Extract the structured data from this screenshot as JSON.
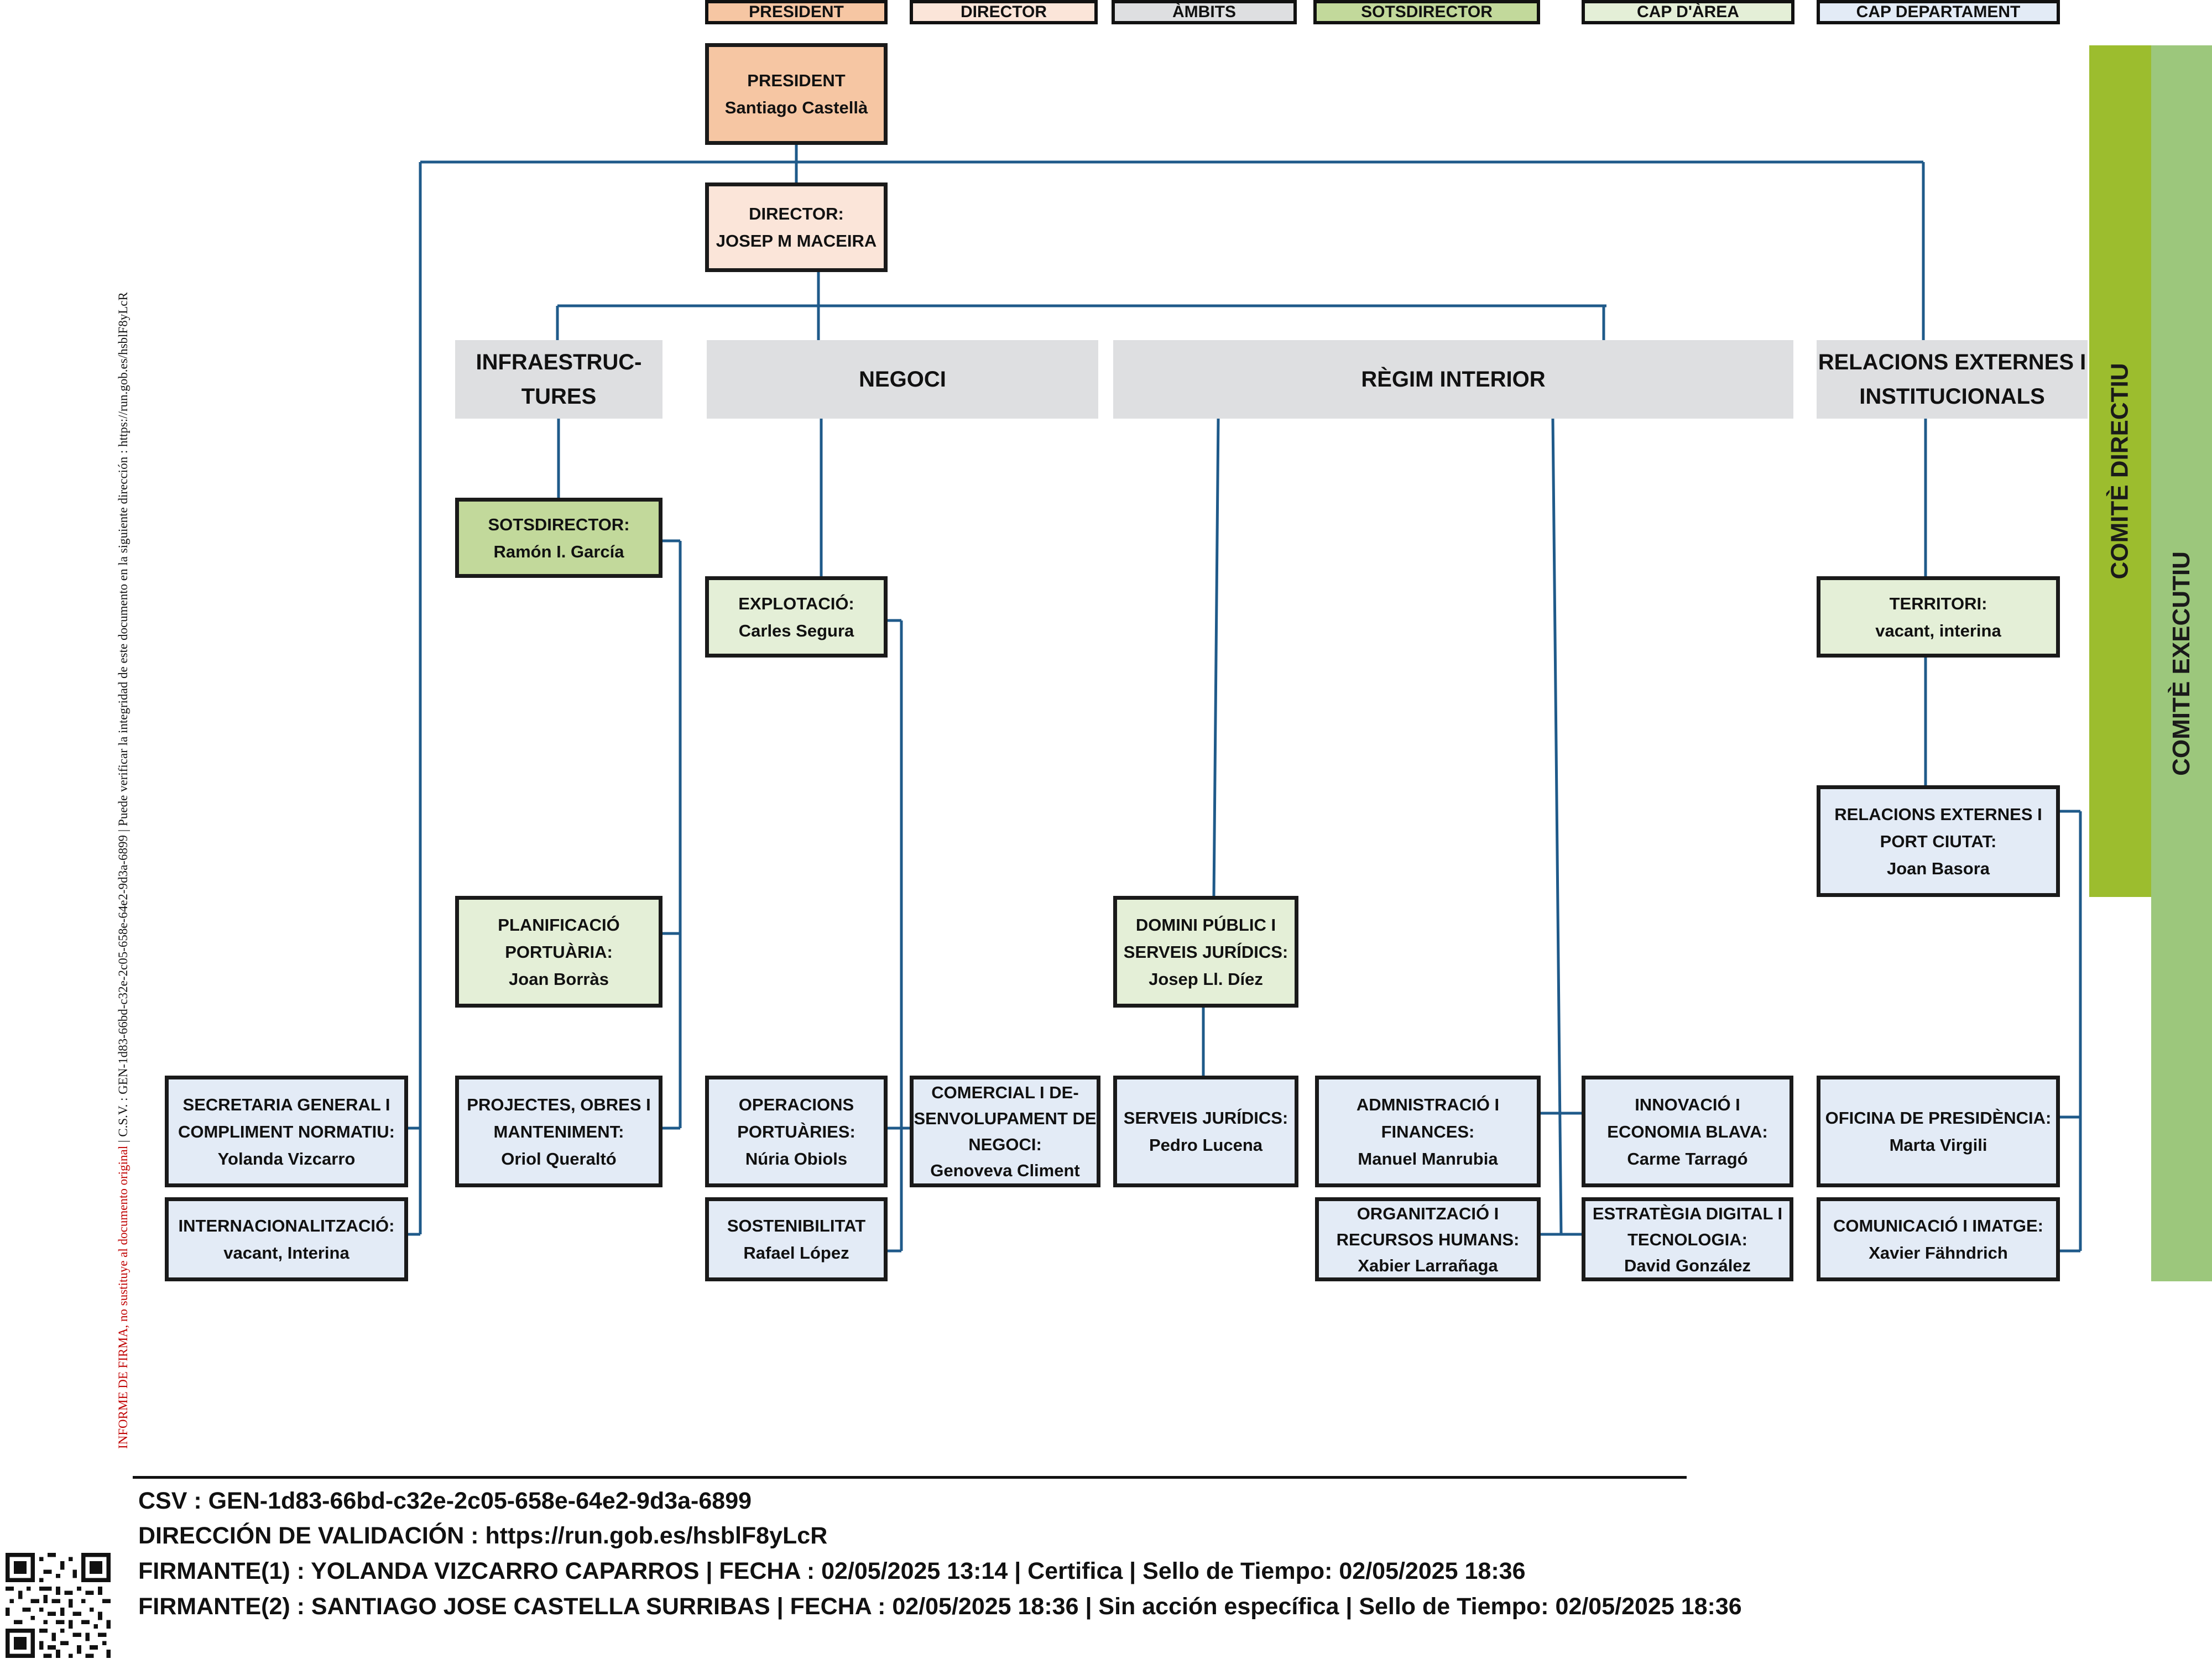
{
  "legend": [
    "PRESIDENT",
    "DIRECTOR",
    "ÀMBITS",
    "SOTSDIRECTOR",
    "CAP D'ÀREA",
    "CAP DEPARTAMENT"
  ],
  "colors": {
    "president": "#f6c6a3",
    "director": "#fbe5d9",
    "ambits": "#dedfe1",
    "sotsdirector": "#c2d99b",
    "cap_area": "#e4efd7",
    "cap_departament": "#e3ebf6",
    "comite_directiu": "#9cbd2e",
    "comite_executiu": "#9cc77c",
    "connector": "#1f5a8a"
  },
  "president": {
    "title": "PRESIDENT",
    "name": "Santiago Castellà"
  },
  "director": {
    "title": "DIRECTOR:",
    "name": "JOSEP M MACEIRA"
  },
  "areas": {
    "infra": [
      "INFRAESTRUC-",
      "TURES"
    ],
    "negoci": "NEGOCI",
    "regim": "RÈGIM INTERIOR",
    "relacions": [
      "RELACIONS EXTERNES I",
      "INSTITUCIONALS"
    ]
  },
  "sotsdirector": {
    "title": "SOTSDIRECTOR:",
    "name": "Ramón I. García"
  },
  "explotacio": {
    "title": "EXPLOTACIÓ:",
    "name": "Carles Segura"
  },
  "territori": {
    "title": "TERRITORI:",
    "name": "vacant, interina"
  },
  "relacions_port": [
    "RELACIONS EXTERNES I",
    "PORT CIUTAT:",
    "Joan Basora"
  ],
  "planificacio": [
    "PLANIFICACIÓ",
    "PORTUÀRIA:",
    "Joan Borràs"
  ],
  "domini": [
    "DOMINI PÚBLIC I",
    "SERVEIS  JURÍDICS:",
    "Josep Ll. Díez"
  ],
  "secretaria": [
    "SECRETARIA GENERAL I",
    "COMPLIMENT NORMATIU:",
    "Yolanda Vizcarro"
  ],
  "internacionalitzacio": [
    "INTERNACIONALITZACIÓ:",
    "vacant, Interina"
  ],
  "projectes": [
    "PROJECTES, OBRES I",
    "MANTENIMENT:",
    "Oriol Queraltó"
  ],
  "operacions": [
    "OPERACIONS",
    "PORTUÀRIES:",
    "Núria Obiols"
  ],
  "comercial": [
    "COMERCIAL I DE-",
    "SENVOLUPAMENT DE",
    "NEGOCI:",
    "Genoveva Climent"
  ],
  "sostenibilitat": [
    "SOSTENIBILITAT",
    "Rafael López"
  ],
  "serveis_juridics": [
    "SERVEIS JURÍDICS:",
    "Pedro Lucena"
  ],
  "administracio": [
    "ADMNISTRACIÓ I",
    "FINANCES:",
    "Manuel Manrubia"
  ],
  "innovacio": [
    "INNOVACIÓ I",
    "ECONOMIA BLAVA:",
    "Carme Tarragó"
  ],
  "organitzacio": [
    "ORGANITZACIÓ I",
    "RECURSOS HUMANS:",
    "Xabier Larrañaga"
  ],
  "estrategia": [
    "ESTRATÈGIA DIGITAL I",
    "TECNOLOGIA:",
    "David González"
  ],
  "oficina": [
    "OFICINA DE PRESIDÈNCIA:",
    "Marta Virgili"
  ],
  "comunicacio": [
    "COMUNICACIÓ I IMATGE:",
    "Xavier Fähndrich"
  ],
  "comite_directiu": "COMITÈ DIRECTIU",
  "comite_executiu": "COMITÈ EXECUTIU",
  "side_note": {
    "red": "INFORME DE FIRMA, no sustituye al documento original",
    "rest": " | C.S.V. : GEN-1d83-66bd-c32e-2c05-658e-64e2-9d3a-6899 | Puede verificar la integridad de este documento en la siguiente dirección : https://run.gob.es/hsblF8yLcR"
  },
  "footer": {
    "csv": "CSV : GEN-1d83-66bd-c32e-2c05-658e-64e2-9d3a-6899",
    "direccion": "DIRECCIÓN DE VALIDACIÓN : https://run.gob.es/hsblF8yLcR",
    "firmante1": "FIRMANTE(1) : YOLANDA VIZCARRO CAPARROS | FECHA : 02/05/2025 13:14 | Certifica | Sello de Tiempo: 02/05/2025 18:36",
    "firmante2": "FIRMANTE(2) : SANTIAGO JOSE CASTELLA SURRIBAS | FECHA : 02/05/2025 18:36 | Sin acción específica | Sello de Tiempo: 02/05/2025 18:36"
  }
}
